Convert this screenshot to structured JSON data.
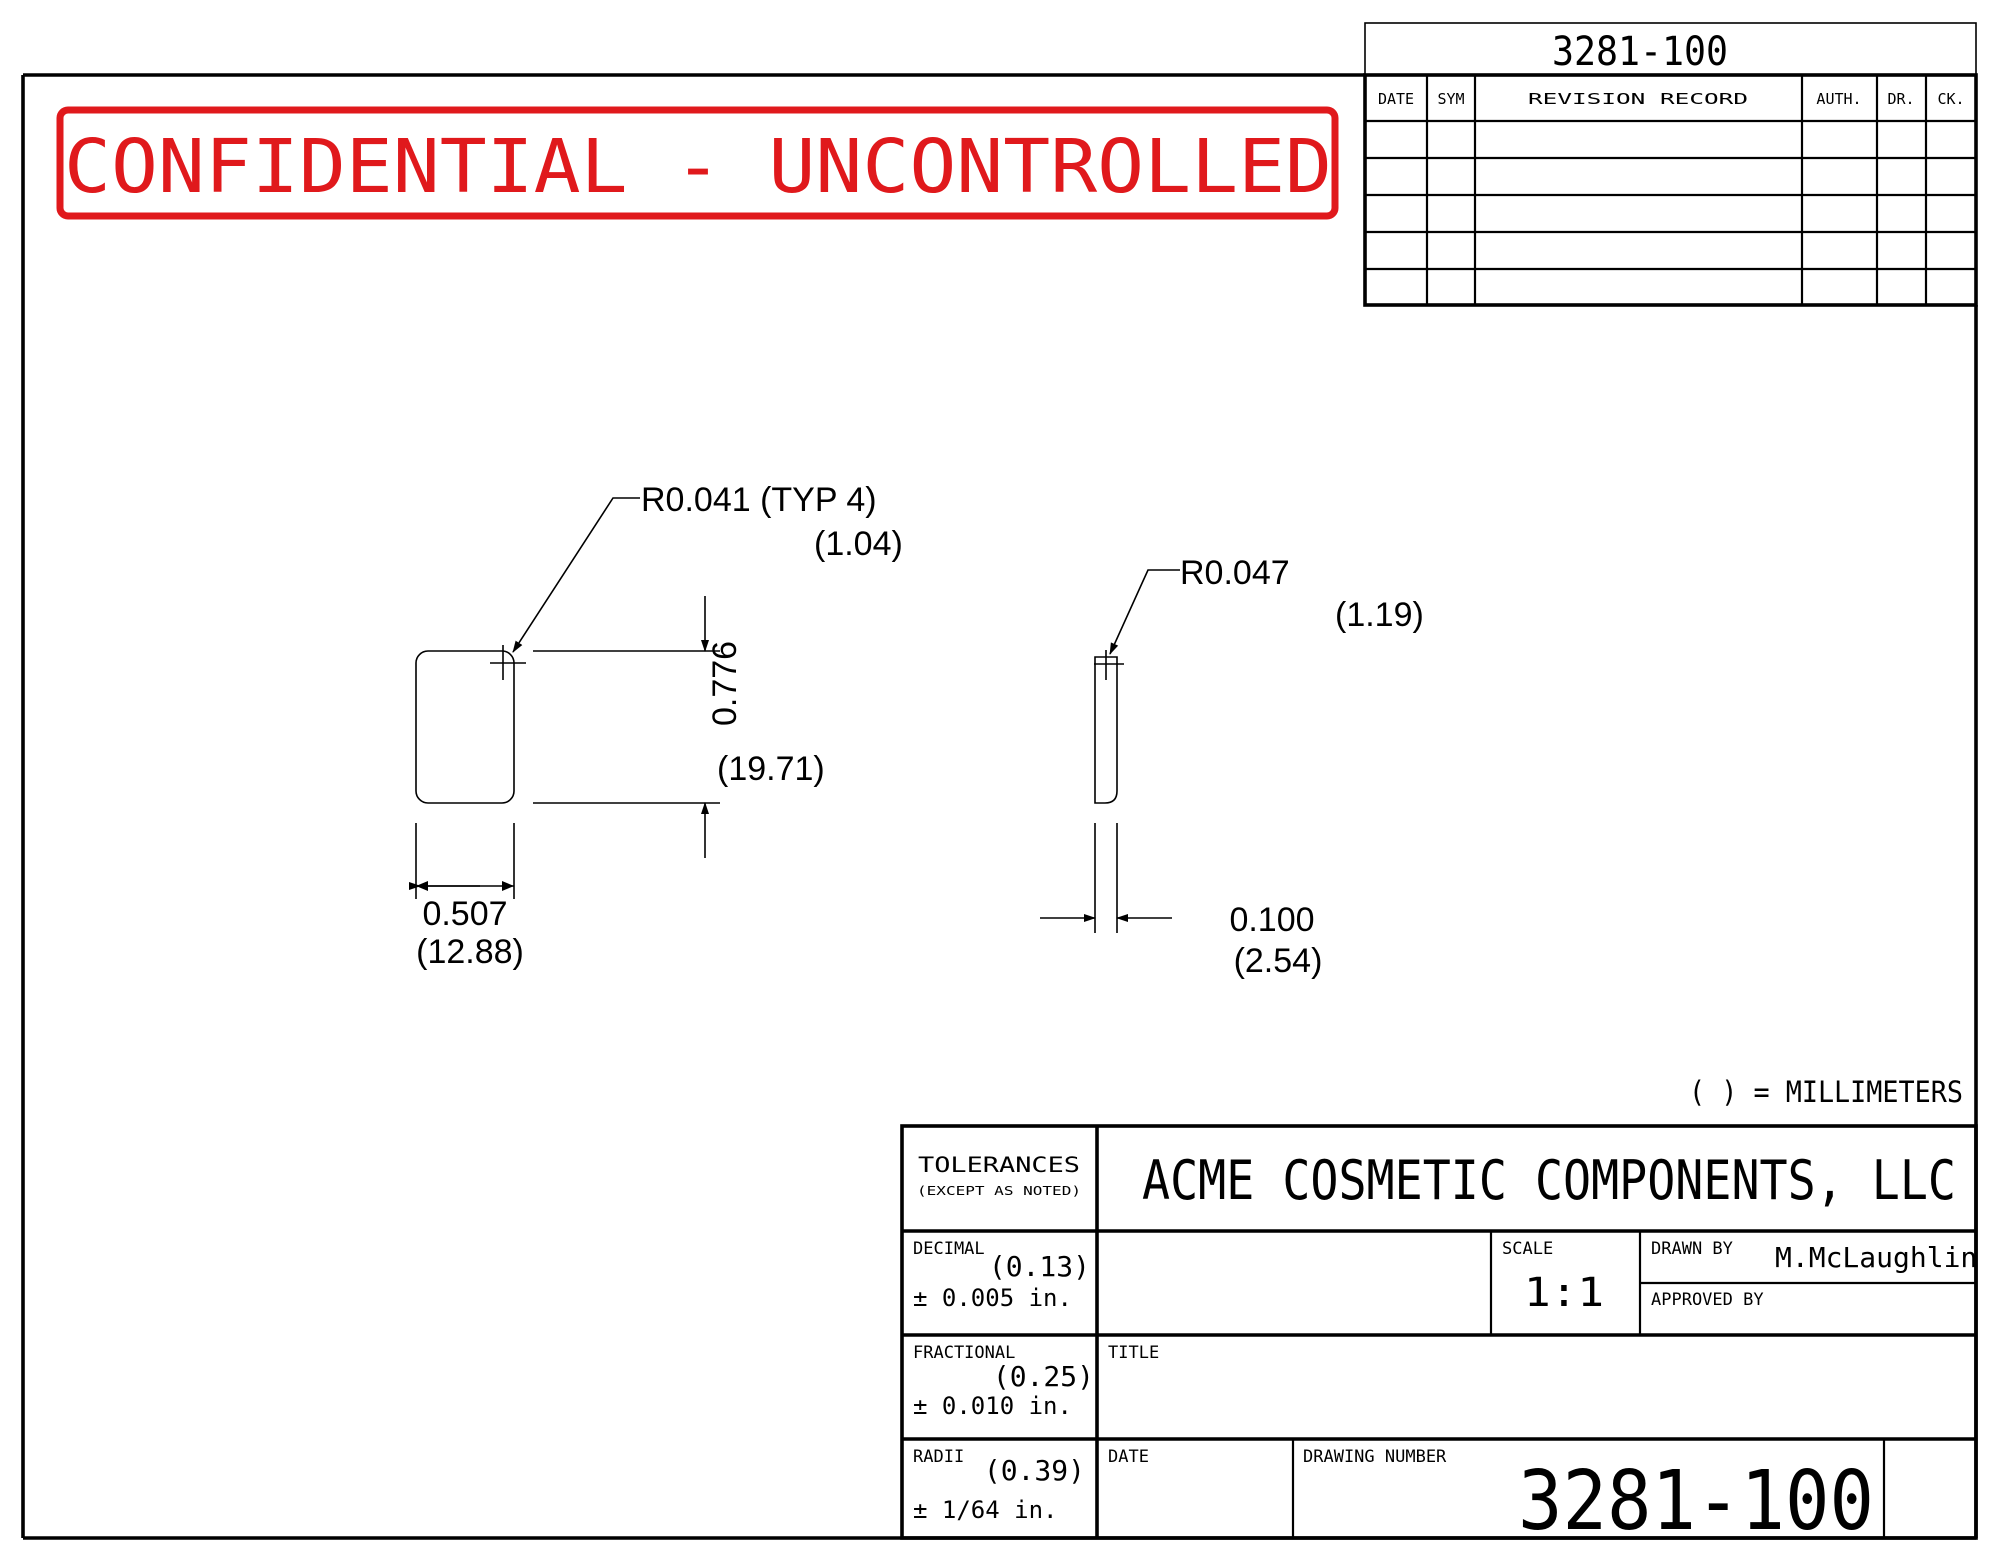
{
  "sheet": {
    "top_number": "3281-100",
    "stamp": "CONFIDENTIAL - UNCONTROLLED",
    "colors": {
      "stamp": "#e0191c",
      "line": "#000000",
      "paper": "#ffffff"
    }
  },
  "revision_block": {
    "headers": [
      "DATE",
      "SYM",
      "REVISION RECORD",
      "AUTH.",
      "DR.",
      "CK."
    ],
    "rows": 5
  },
  "drawing": {
    "front_view": {
      "radius_callout": "R0.041 (TYP 4)",
      "radius_mm": "(1.04)",
      "height_in": "0.776",
      "height_mm": "(19.71)",
      "width_in": "0.507",
      "width_mm": "(12.88)"
    },
    "side_view": {
      "radius_callout": "R0.047",
      "radius_mm": "(1.19)",
      "thickness_in": "0.100",
      "thickness_mm": "(2.54)"
    },
    "units_note": "( ) = MILLIMETERS"
  },
  "title_block": {
    "tolerances_label": "TOLERANCES",
    "tolerances_sub": "(EXCEPT AS NOTED)",
    "company": "ACME COSMETIC COMPONENTS, LLC",
    "decimal_label": "DECIMAL",
    "decimal_mm": "(0.13)",
    "decimal_value": "± 0.005 in.",
    "fractional_label": "FRACTIONAL",
    "fractional_mm": "(0.25)",
    "fractional_value": "± 0.010 in.",
    "radii_label": "RADII",
    "radii_mm": "(0.39)",
    "radii_value": "± 1/64 in.",
    "scale_label": "SCALE",
    "scale_value": "1:1",
    "drawn_by_label": "DRAWN BY",
    "drawn_by_value": "M.McLaughlin",
    "approved_by_label": "APPROVED BY",
    "title_label": "TITLE",
    "date_label": "DATE",
    "drawing_number_label": "DRAWING NUMBER",
    "drawing_number": "3281-100"
  }
}
